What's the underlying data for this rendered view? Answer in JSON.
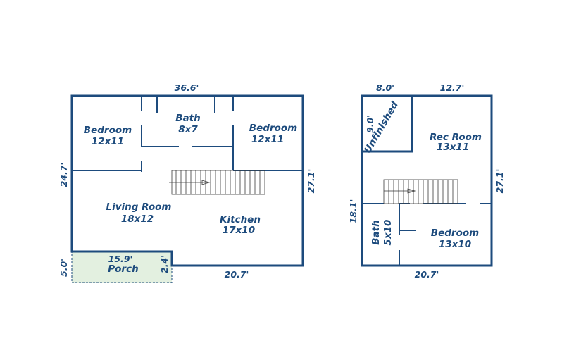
{
  "colors": {
    "wall": "#1d4b7d",
    "porch_fill": "#e3f0e0",
    "text": "#1d4b7d"
  },
  "main_floor": {
    "dim_top": "36.6'",
    "dim_left": "24.7'",
    "dim_right": "27.1'",
    "dim_bottom": "20.7'",
    "porch_dim_left": "5.0'",
    "porch_dim_right": "2.4'",
    "porch_dim_top": "15.9'",
    "rooms": {
      "bedroom_left": {
        "name": "Bedroom",
        "size": "12x11"
      },
      "bath": {
        "name": "Bath",
        "size": "8x7"
      },
      "bedroom_right": {
        "name": "Bedroom",
        "size": "12x11"
      },
      "living_room": {
        "name": "Living Room",
        "size": "18x12"
      },
      "kitchen": {
        "name": "Kitchen",
        "size": "17x10"
      },
      "porch": {
        "name": "Porch"
      }
    }
  },
  "lower_floor": {
    "dim_top_left": "8.0'",
    "dim_top_right": "12.7'",
    "dim_left": "18.1'",
    "dim_right": "27.1'",
    "dim_bottom": "20.7'",
    "unfinished_dim": "9.0'",
    "rooms": {
      "unfinished": {
        "name": "Unfinished"
      },
      "rec_room": {
        "name": "Rec Room",
        "size": "13x11"
      },
      "bath": {
        "name": "Bath",
        "size": "5x10"
      },
      "bedroom": {
        "name": "Bedroom",
        "size": "13x10"
      }
    }
  }
}
